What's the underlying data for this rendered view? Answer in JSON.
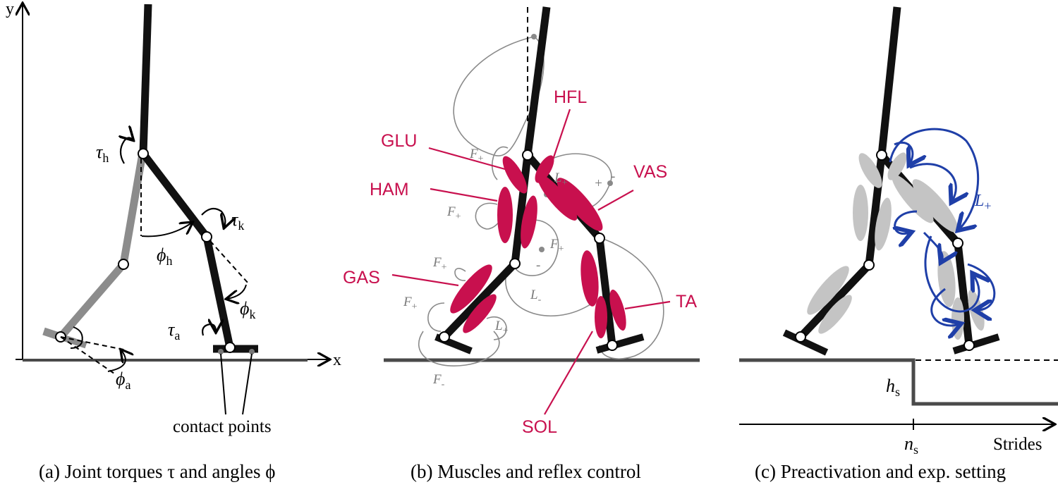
{
  "panel_a": {
    "axis_x": "x",
    "axis_y": "y",
    "tau_h": "τ",
    "tau_h_sub": "h",
    "tau_k": "τ",
    "tau_k_sub": "k",
    "tau_a": "τ",
    "tau_a_sub": "a",
    "phi_h": "ϕ",
    "phi_h_sub": "h",
    "phi_k": "ϕ",
    "phi_k_sub": "k",
    "phi_a": "ϕ",
    "phi_a_sub": "a",
    "contact_label": "contact points",
    "caption": "(a) Joint torques τ and angles ϕ"
  },
  "panel_b": {
    "muscles": {
      "hfl": "HFL",
      "glu": "GLU",
      "vas": "VAS",
      "ham": "HAM",
      "gas": "GAS",
      "ta": "TA",
      "sol": "SOL"
    },
    "reflex": {
      "f_plus": "F",
      "plus_sub": "+",
      "minus_sub": "-",
      "l": "L",
      "plus": "+",
      "minus": "-"
    },
    "caption": "(b) Muscles and reflex control"
  },
  "panel_c": {
    "l_plus": "L",
    "l_plus_sub": "+",
    "h": "h",
    "h_sub": "s",
    "n": "n",
    "n_sub": "s",
    "strides": "Strides",
    "caption": "(c) Preactivation and exp. setting"
  },
  "colors": {
    "muscle": "#c8104e",
    "reflex_gray": "#8a8a8a",
    "preact_blue": "#1f3fa8",
    "segment": "#111111",
    "swing_leg": "#8c8c8c",
    "ground": "#4a4a4a"
  }
}
